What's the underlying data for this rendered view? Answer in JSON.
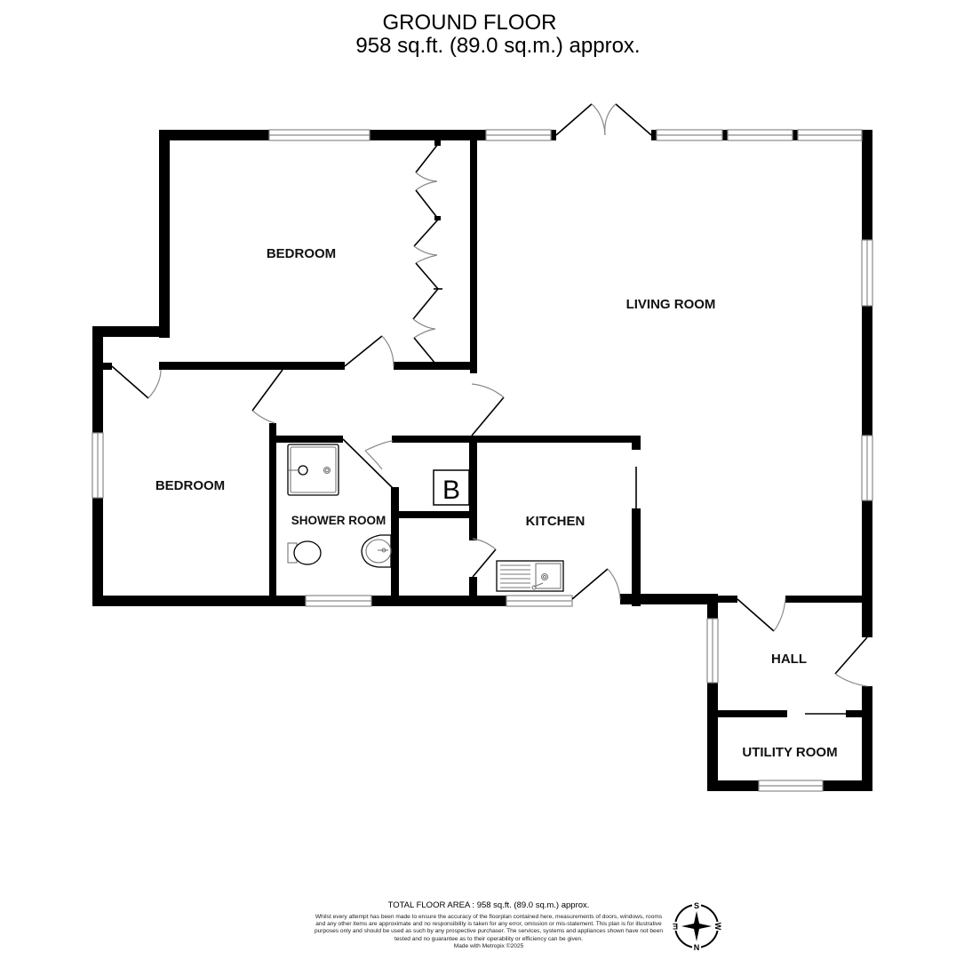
{
  "header": {
    "title": "GROUND FLOOR",
    "area": "958 sq.ft. (89.0 sq.m.) approx."
  },
  "rooms": {
    "bedroom_1": "BEDROOM",
    "living_room": "LIVING ROOM",
    "bedroom_2": "BEDROOM",
    "shower_room": "SHOWER ROOM",
    "kitchen": "KITCHEN",
    "hall": "HALL",
    "utility_room": "UTILITY ROOM"
  },
  "boiler": {
    "label": "B"
  },
  "footer": {
    "total_area": "TOTAL FLOOR AREA : 958 sq.ft. (89.0 sq.m.) approx.",
    "disclaimer": "Whilst every attempt has been made to ensure the accuracy of the floorplan contained here, measurements of doors, windows, rooms and any other items are approximate and no responsibility is taken for any error, omission or mis-statement. This plan is for illustrative purposes only and should be used as such by any prospective purchaser. The services, systems and appliances shown have not been tested and no guarantee as to their operability or efficiency can be given.",
    "credit": "Made with Metropix ©2025"
  },
  "compass": {
    "top": "S",
    "bottom": "N",
    "left": "E",
    "right": "W"
  },
  "colors": {
    "wall": "#000000",
    "window": "#8a8a8a",
    "background": "#ffffff"
  }
}
